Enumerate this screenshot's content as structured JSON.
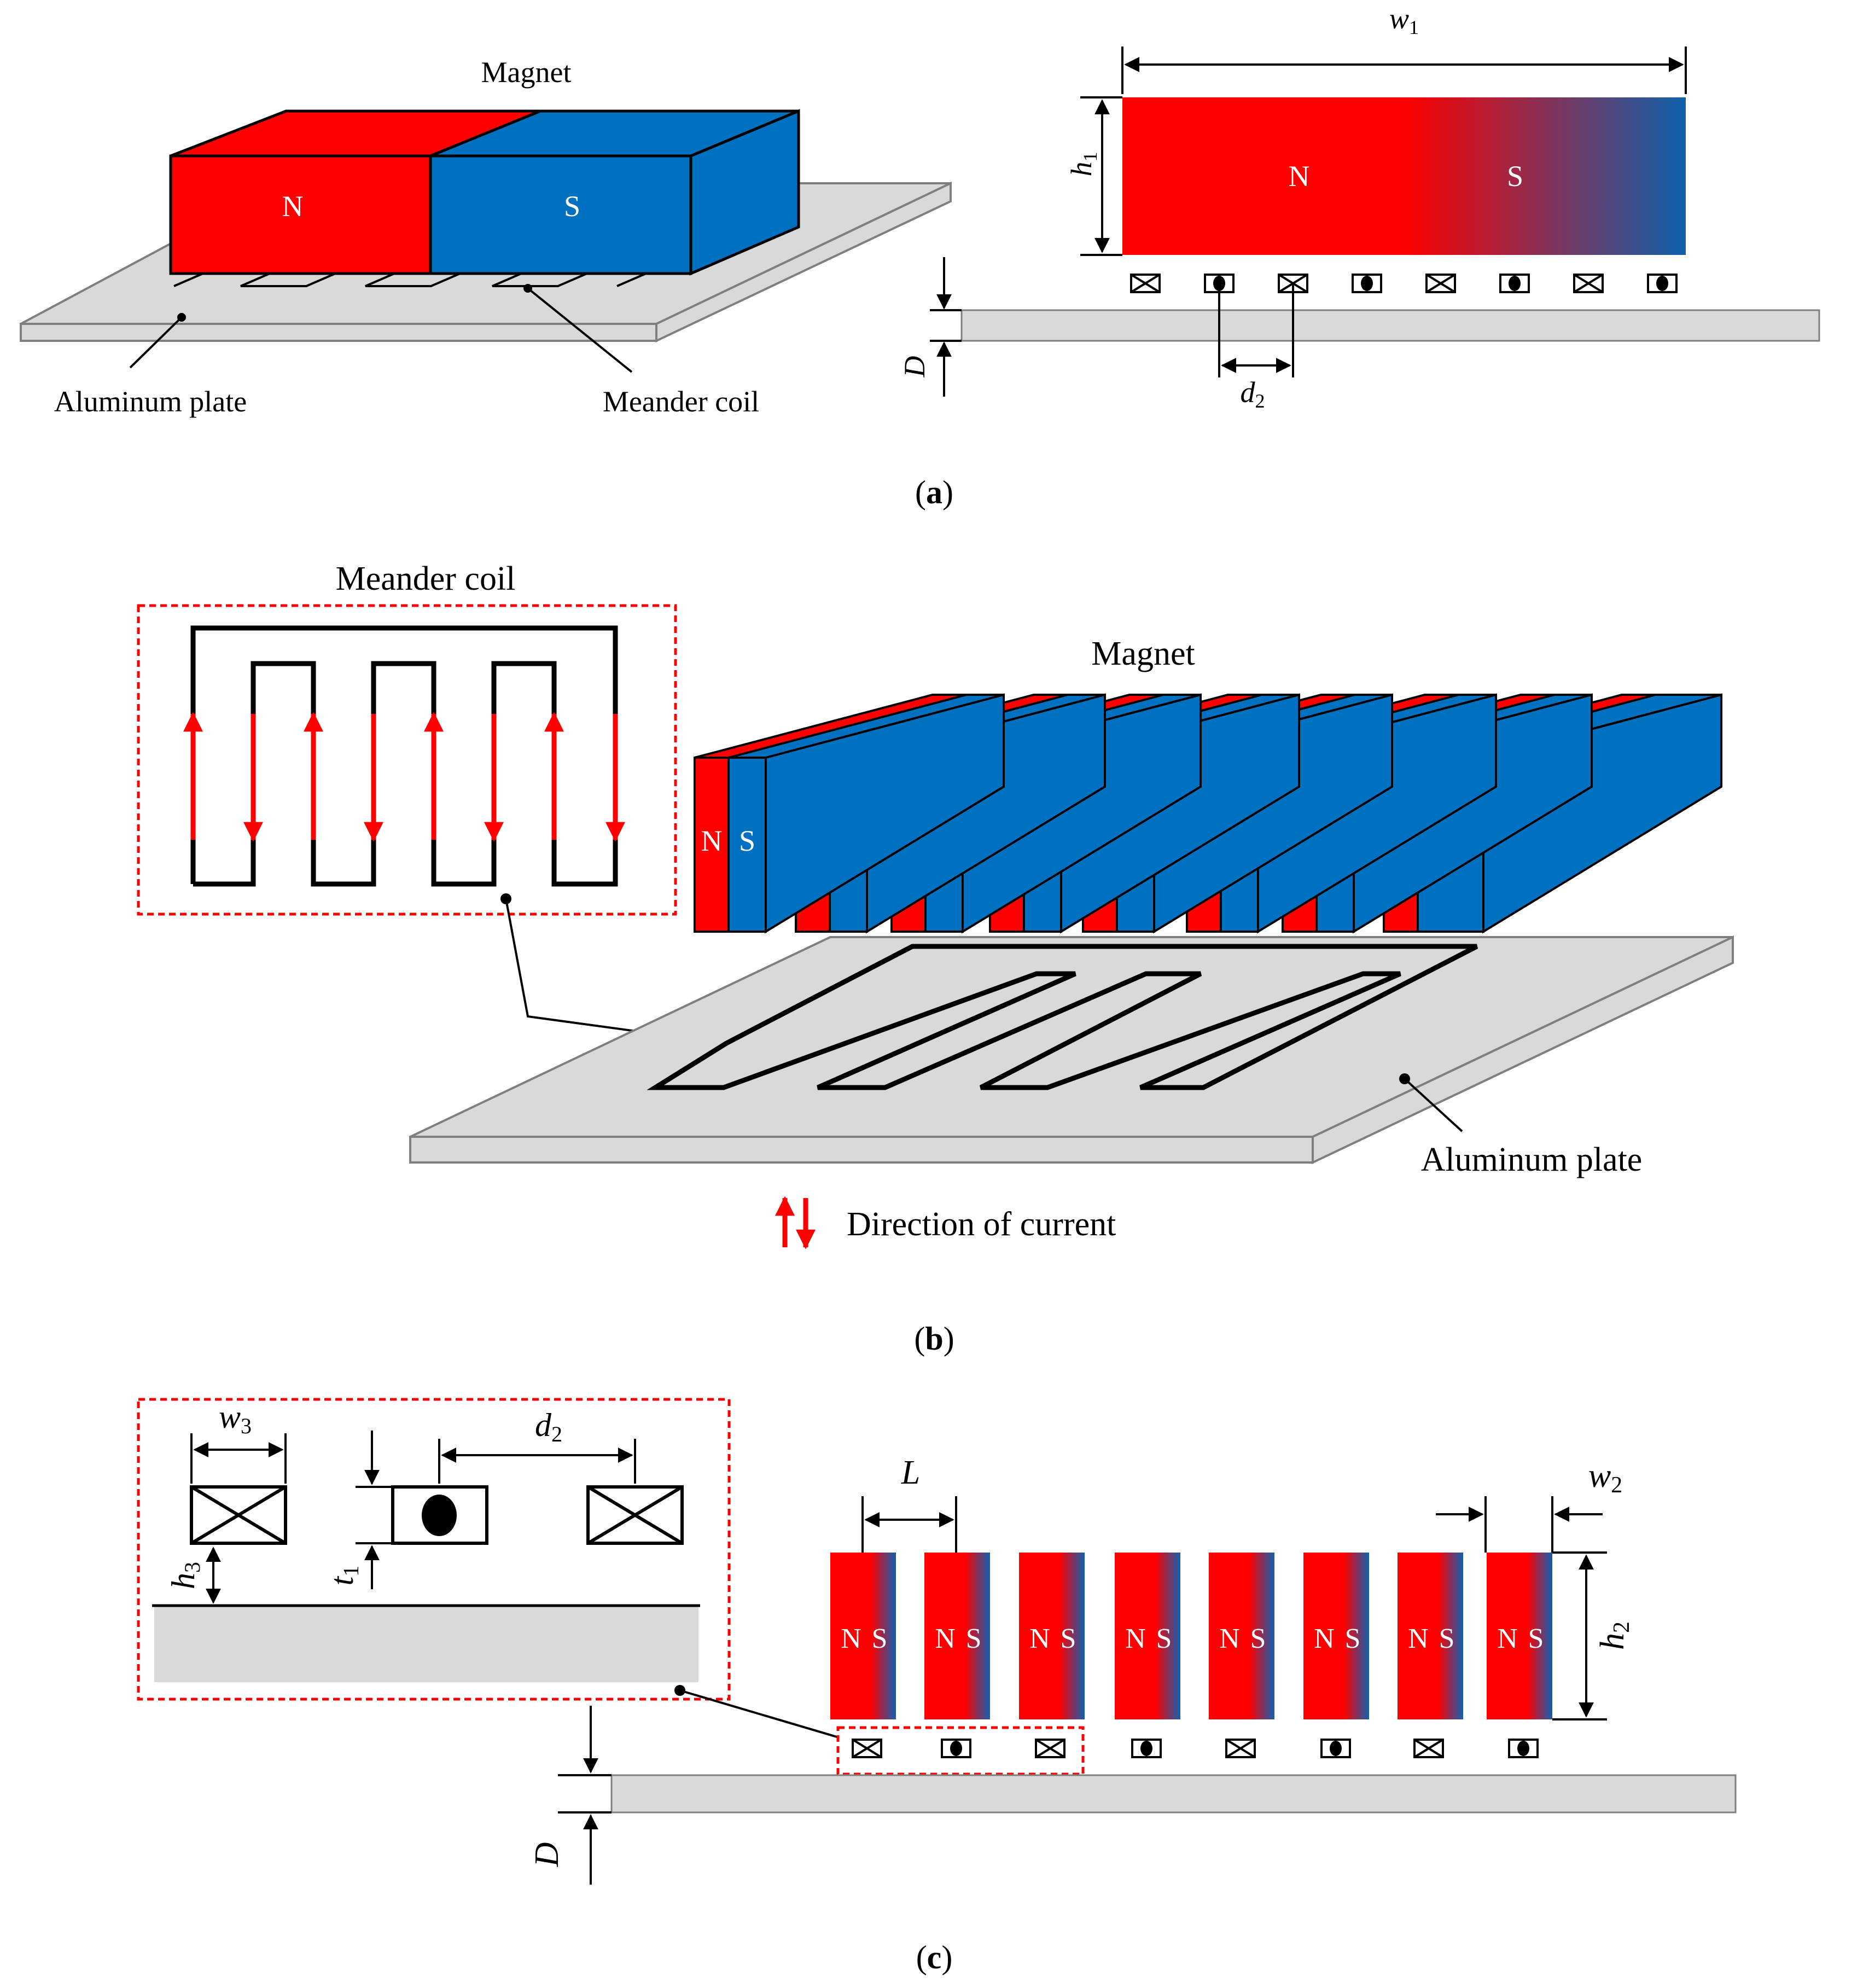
{
  "colors": {
    "north": "#ff0000",
    "south": "#0070c0",
    "plate": "#d9d9d9",
    "plate_edge": "#7f7f7f",
    "current_arrow": "#ff0000",
    "highlight_box": "#ff0000"
  },
  "panel_a": {
    "magnet_label": "Magnet",
    "pole_n": "N",
    "pole_s": "S",
    "aluminum_label": "Aluminum plate",
    "coil_label": "Meander coil",
    "dim_w": "w",
    "dim_w_sub": "1",
    "dim_h": "h",
    "dim_h_sub": "1",
    "dim_D": "D",
    "dim_d": "d",
    "dim_d_sub": "2",
    "caption_letter": "a"
  },
  "panel_b": {
    "coil_title": "Meander coil",
    "magnet_label": "Magnet",
    "pole_n": "N",
    "pole_s": "S",
    "aluminum_label": "Aluminum plate",
    "legend_label": "Direction of current",
    "caption_letter": "b"
  },
  "panel_c": {
    "dim_w3": "w",
    "dim_w3_sub": "3",
    "dim_d2": "d",
    "dim_d2_sub": "2",
    "dim_h3": "h",
    "dim_h3_sub": "3",
    "dim_t1": "t",
    "dim_t1_sub": "1",
    "dim_L": "L",
    "dim_w2": "w",
    "dim_w2_sub": "2",
    "dim_h2": "h",
    "dim_h2_sub": "2",
    "dim_D": "D",
    "pole_n": "N",
    "pole_s": "S",
    "caption_letter": "c"
  }
}
